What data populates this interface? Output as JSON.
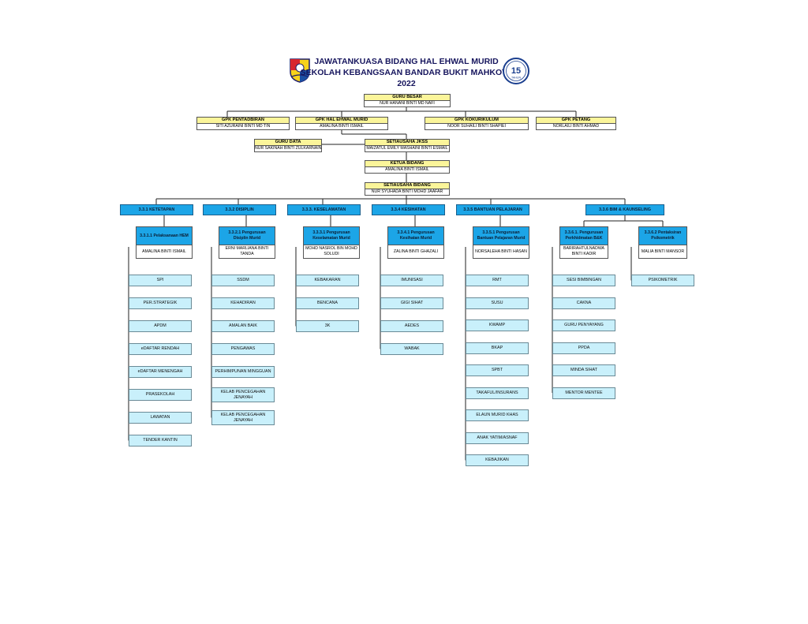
{
  "header": {
    "line1": "JAWATANKUASA BIDANG HAL EHWAL MURID",
    "line2": "SEKOLAH KEBANGSAAN BANDAR BUKIT MAHKOTA",
    "line3": "2022"
  },
  "logo15": {
    "number": "15",
    "text": "TAHUN"
  },
  "colors": {
    "yellow": "#fbf59a",
    "blue": "#1ca5e7",
    "lightblue": "#c9f0fb",
    "title": "#17165e"
  },
  "top": {
    "guru_besar": {
      "title": "GURU BESAR",
      "name": "NUR HANANI BINTI MD NAFI"
    },
    "gpk_pentadbiran": {
      "title": "GPK PENTADBIRAN",
      "name": "SITI AZURAINI BINTI MD TIN"
    },
    "gpk_hem": {
      "title": "GPK HAL EHWAL MURID",
      "name": "AMALINA BINTI ISMAIL"
    },
    "gpk_kokurikulum": {
      "title": "GPK KOKURIKULUM",
      "name": "NOOR SUHAILI BINTI SHAPIEI"
    },
    "gpk_petang": {
      "title": "GPK PETANG",
      "name": "NORLAILI BINTI AHMAD"
    },
    "guru_data": {
      "title": "GURU DATA",
      "name": "NUR SAKINAH BINTI ZULKARNAIN"
    },
    "setiausaha_jkss": {
      "title": "SETIAUSAHA JKSS",
      "name": "MAIZATUL EMILY MASHAINI BINTI ESMAIL"
    },
    "ketua_bidang": {
      "title": "KETUA BIDANG",
      "name": "AMALINA BINTI ISMAIL"
    },
    "setiausaha_bidang": {
      "title": "SETIAUSAHA BIDANG",
      "name": "NUR SYUHADA BINTI MOHD JAAFAR"
    }
  },
  "branches": [
    {
      "head": "3.3.1 KETETAPAN",
      "subs": [
        {
          "title": "3.3.1.1 Pelaksanaan HEM",
          "name": "AMALINA BINTI ISMAIL",
          "items": [
            "SPI",
            "PER.STRATEGIK",
            "APDM",
            "eDAFTAR RENDAH",
            "eDAFTAR MENENGAH",
            "PRASEKOLAH",
            "LAWATAN",
            "TENDER KANTIN"
          ]
        }
      ]
    },
    {
      "head": "3.3.2 DISIPLIN",
      "subs": [
        {
          "title": "3.3.2.1 Pengurusan Disiplin Murid",
          "name": "ERNI MARLIANA BINTI TANDA",
          "items": [
            "SSDM",
            "KEHADIRAN",
            "AMALAN BAIK",
            "PENGAWAS",
            "PERHIMPUNAN MINGGUAN",
            "KELAB  PENCEGAHAN JENAYAH",
            "KELAB  PENCEGAHAN JENAYAH"
          ]
        }
      ]
    },
    {
      "head": "3.3.3. KESELAMATAN",
      "subs": [
        {
          "title": "3.3.3.1 Pengurusan Keselamatan Murid",
          "name": "MOHD NASROL BIN MOHD SOLUDI",
          "items": [
            "KEBAKARAN",
            "BENCANA",
            "3K"
          ]
        }
      ]
    },
    {
      "head": "3.3.4 KESIHATAN",
      "subs": [
        {
          "title": "3.3.4.1 Pengurusan Kesihatan Murid",
          "name": "ZALINA BINTI GHAZALI",
          "items": [
            "IMUNISASI",
            "GIGI SIHAT",
            "AEDES",
            "WABAK"
          ]
        }
      ]
    },
    {
      "head": "3.3.5 BANTUAN PELAJARAN",
      "subs": [
        {
          "title": "3.3.5.1 Pengurusan Bantuan Pelajaran Murid",
          "name": "NORSALEHA BINTI HASAN",
          "items": [
            "RMT",
            "SUSU",
            "KWAMP",
            "BKAP",
            "SPBT",
            "TAKAFUL/INSURANS",
            "ELAUN MURID KHAS",
            "ANAK YATIM/ASNAF",
            "KEBAJIKAN"
          ]
        }
      ]
    },
    {
      "head": "3.3.6 BIM & KAUNSELING",
      "subs": [
        {
          "title": "3.3.6.1. Pengurusan Perkhidmatan B&K",
          "name": "BARIRAHTULNADWA BINTI KADIR",
          "items": [
            "SESI BIMBINGAN",
            "CAKNA",
            "GURU PENYAYANG",
            "PPDA",
            "MINDA SIHAT",
            "MENTOR MENTEE"
          ]
        },
        {
          "title": "3.3.6.2 Pentaksiran Psikometrik",
          "name": "MALIA BINTI MANSOR",
          "items": [
            "PSIKOMETRIK"
          ]
        }
      ]
    }
  ]
}
